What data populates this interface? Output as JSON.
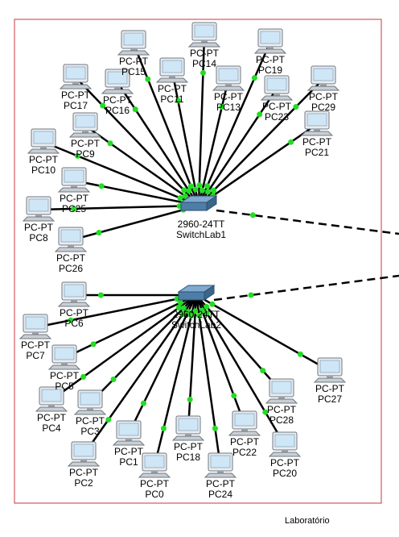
{
  "room_label": "Laboratório",
  "colors": {
    "area_border": "#c8373f",
    "link_copper": "#000000",
    "link_up_dot": "#22dd22",
    "pc_screen": "#cfe6f6",
    "pc_body": "#c9ced3",
    "switch_body": "#4d7ea8"
  },
  "switches": [
    {
      "id": "s1",
      "model": "2960-24TT",
      "name": "SwitchLab1"
    },
    {
      "id": "s2",
      "model": "2960-24TT",
      "name": "SwitchLab2"
    }
  ],
  "pcs": [
    {
      "id": "pc15",
      "model": "PC-PT",
      "name": "PC15",
      "sw": "s1"
    },
    {
      "id": "pc14",
      "model": "PC-PT",
      "name": "PC14",
      "sw": "s1"
    },
    {
      "id": "pc19",
      "model": "PC-PT",
      "name": "PC19",
      "sw": "s1"
    },
    {
      "id": "pc17",
      "model": "PC-PT",
      "name": "PC17",
      "sw": "s1"
    },
    {
      "id": "pc16",
      "model": "PC-PT",
      "name": "PC16",
      "sw": "s1"
    },
    {
      "id": "pc11",
      "model": "PC-PT",
      "name": "PC11",
      "sw": "s1"
    },
    {
      "id": "pc13",
      "model": "PC-PT",
      "name": "PC13",
      "sw": "s1"
    },
    {
      "id": "pc23",
      "model": "PC-PT",
      "name": "PC23",
      "sw": "s1"
    },
    {
      "id": "pc29",
      "model": "PC-PT",
      "name": "PC29",
      "sw": "s1"
    },
    {
      "id": "pc9",
      "model": "PC-PT",
      "name": "PC9",
      "sw": "s1"
    },
    {
      "id": "pc21",
      "model": "PC-PT",
      "name": "PC21",
      "sw": "s1"
    },
    {
      "id": "pc10",
      "model": "PC-PT",
      "name": "PC10",
      "sw": "s1"
    },
    {
      "id": "pc25",
      "model": "PC-PT",
      "name": "PC25",
      "sw": "s1"
    },
    {
      "id": "pc8",
      "model": "PC-PT",
      "name": "PC8",
      "sw": "s1"
    },
    {
      "id": "pc26",
      "model": "PC-PT",
      "name": "PC26",
      "sw": "s1"
    },
    {
      "id": "pc6",
      "model": "PC-PT",
      "name": "PC6",
      "sw": "s2"
    },
    {
      "id": "pc7",
      "model": "PC-PT",
      "name": "PC7",
      "sw": "s2"
    },
    {
      "id": "pc5",
      "model": "PC-PT",
      "name": "PC5",
      "sw": "s2"
    },
    {
      "id": "pc4",
      "model": "PC-PT",
      "name": "PC4",
      "sw": "s2"
    },
    {
      "id": "pc3",
      "model": "PC-PT",
      "name": "PC3",
      "sw": "s2"
    },
    {
      "id": "pc1",
      "model": "PC-PT",
      "name": "PC1",
      "sw": "s2"
    },
    {
      "id": "pc2",
      "model": "PC-PT",
      "name": "PC2",
      "sw": "s2"
    },
    {
      "id": "pc0",
      "model": "PC-PT",
      "name": "PC0",
      "sw": "s2"
    },
    {
      "id": "pc18",
      "model": "PC-PT",
      "name": "PC18",
      "sw": "s2"
    },
    {
      "id": "pc24",
      "model": "PC-PT",
      "name": "PC24",
      "sw": "s2"
    },
    {
      "id": "pc22",
      "model": "PC-PT",
      "name": "PC22",
      "sw": "s2"
    },
    {
      "id": "pc28",
      "model": "PC-PT",
      "name": "PC28",
      "sw": "s2"
    },
    {
      "id": "pc20",
      "model": "PC-PT",
      "name": "PC20",
      "sw": "s2"
    },
    {
      "id": "pc27",
      "model": "PC-PT",
      "name": "PC27",
      "sw": "s2"
    }
  ]
}
